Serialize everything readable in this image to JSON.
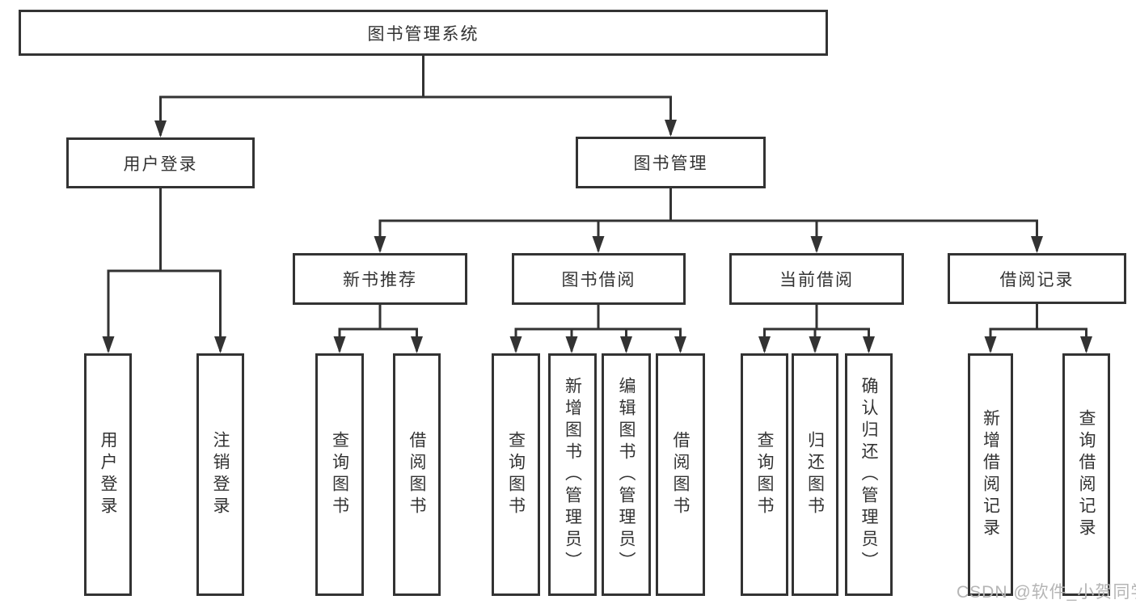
{
  "diagram": {
    "root": {
      "label": "图书管理系统"
    },
    "level2": [
      {
        "label": "用户登录",
        "children": [
          {
            "label": "用户登录"
          },
          {
            "label": "注销登录"
          }
        ]
      },
      {
        "label": "图书管理",
        "children": [
          {
            "label": "新书推荐",
            "children": [
              {
                "label": "查询图书"
              },
              {
                "label": "借阅图书"
              }
            ]
          },
          {
            "label": "图书借阅",
            "children": [
              {
                "label": "查询图书"
              },
              {
                "label": "新增图书（管理员）"
              },
              {
                "label": "编辑图书（管理员）"
              },
              {
                "label": "借阅图书"
              }
            ]
          },
          {
            "label": "当前借阅",
            "children": [
              {
                "label": "查询图书"
              },
              {
                "label": "归还图书"
              },
              {
                "label": "确认归还（管理员）"
              }
            ]
          },
          {
            "label": "借阅记录",
            "children": [
              {
                "label": "新增借阅记录"
              },
              {
                "label": "查询借阅记录"
              }
            ]
          }
        ]
      }
    ]
  },
  "watermark": {
    "text": "CSDN @软件_小贺同学"
  },
  "colors": {
    "line": "#333333",
    "text": "#333333",
    "watermark": "#b5b5b5",
    "background": "#ffffff"
  }
}
